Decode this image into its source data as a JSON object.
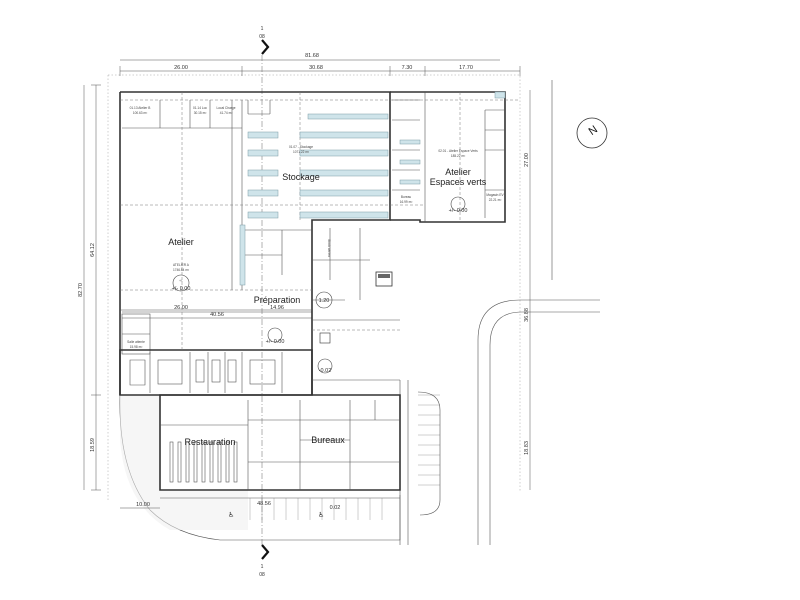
{
  "section_marker": {
    "number": "1",
    "sheet": "08"
  },
  "dimensions": {
    "overall_width": "81.68",
    "top_segments": [
      "26.00",
      "30.68",
      "7.30",
      "17.70"
    ],
    "left_total": "82.70",
    "left_upper": "64.12",
    "left_lower": "18.59",
    "right_upper": "27.00",
    "right_middle": "36.88",
    "right_lower": "18.83",
    "inner_atelier": "26.00",
    "inner_mid": "40.56",
    "inner_prep": "14.96",
    "bottom_left": "10.00",
    "bottom_mid": "48.56",
    "bottom_right": "0.02"
  },
  "rooms": {
    "stockage": "Stockage",
    "atelier": "Atelier",
    "atelier_espaces_verts_line1": "Atelier",
    "atelier_espaces_verts_line2": "Espaces verts",
    "preparation": "Préparation",
    "restauration": "Restauration",
    "bureaux": "Bureaux",
    "stock_aerien": "Stock aérien"
  },
  "room_tags": {
    "stockage_tag": "01.07 - Stockage",
    "stockage_area": "1071.22 m²",
    "atelier_tag": "ATELIER A",
    "atelier_area": "1746.84 m²",
    "espaces_verts_tag": "02.01 - Atelier Espace Verts",
    "espaces_verts_area": "185.22 m²",
    "atelier_b_tag": "01.13 Atelier B",
    "atelier_b_area": "100.63 m²",
    "local_charge_tag": "Local Charge",
    "local_charge_area": "41.74 m²",
    "ge_tag": "01.14 Loc",
    "ge_area": "30.15 m²",
    "bureau_tag": "Bureau",
    "bureau_area": "16.99 m²",
    "magasin_tag": "Magasin EV",
    "magasin_area": "22.21 m²",
    "salle_attente_tag": "Salle attente",
    "salle_attente_area": "15.98 m²"
  },
  "levels": {
    "atelier": "+/- 0.00",
    "espaces_verts": "+/- 0.00",
    "preparation": "+/- 0.00",
    "dock": "1.20",
    "forecourt": "-0.02"
  },
  "north_label": "N"
}
